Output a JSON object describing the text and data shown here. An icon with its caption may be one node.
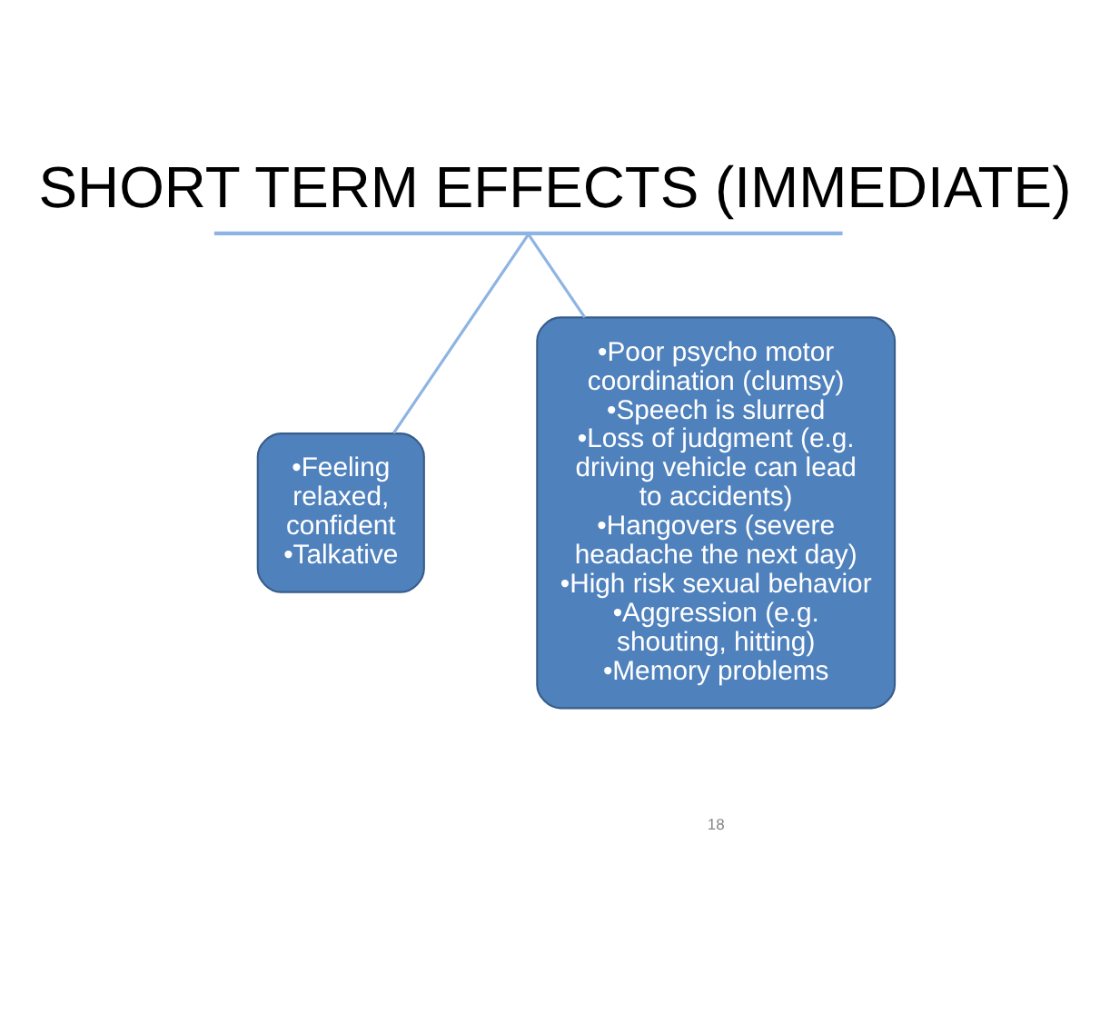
{
  "diagram": {
    "title": "SHORT TERM EFFECTS (IMMEDIATE)",
    "nodes": [
      {
        "text": [],
        "shape": "bar"
      },
      {
        "text": [
          "•Feeling relaxed, confident",
          "•Talkative"
        ]
      },
      {
        "text": [
          "•Poor psycho motor coordination (clumsy)",
          "•Speech is slurred",
          "•Loss of judgment (e.g. driving vehicle can lead to accidents)",
          "•Hangovers (severe headache the next day)",
          "•High risk sexual behavior",
          "•Aggression (e.g. shouting, hitting)",
          "•Memory problems"
        ]
      }
    ],
    "edges": [
      {
        "from": 0,
        "to": 1,
        "arrow": "none"
      },
      {
        "from": 0,
        "to": 2,
        "arrow": "none"
      }
    ],
    "labels": [
      "18"
    ]
  }
}
